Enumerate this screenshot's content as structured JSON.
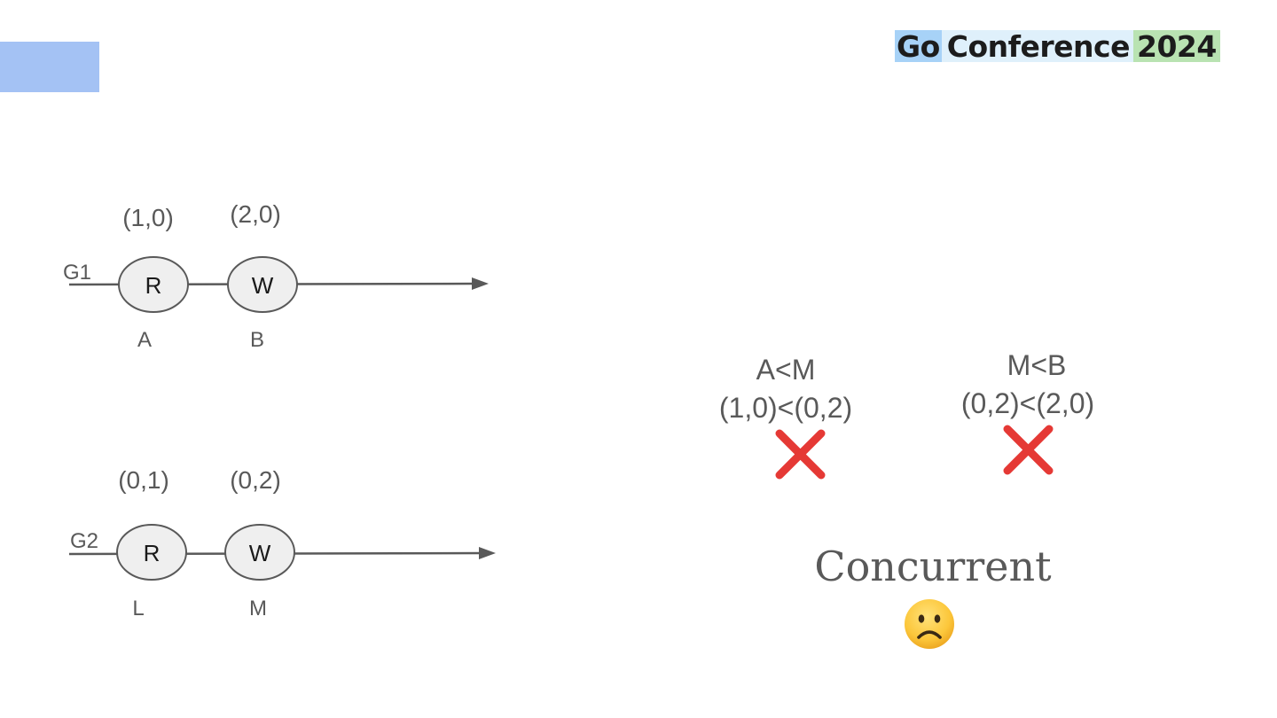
{
  "logo": {
    "part1": "Go",
    "part2": "Conference",
    "part3": "2024"
  },
  "threads": [
    {
      "name": "G1",
      "events": [
        {
          "op": "R",
          "clock": "(1,0)",
          "name": "A"
        },
        {
          "op": "W",
          "clock": "(2,0)",
          "name": "B"
        }
      ]
    },
    {
      "name": "G2",
      "events": [
        {
          "op": "R",
          "clock": "(0,1)",
          "name": "L"
        },
        {
          "op": "W",
          "clock": "(0,2)",
          "name": "M"
        }
      ]
    }
  ],
  "comparisons": [
    {
      "relation": "A<M",
      "clocks": "(1,0)<(0,2)",
      "icon": "cross-mark-icon",
      "color": "#e53935"
    },
    {
      "relation": "M<B",
      "clocks": "(0,2)<(2,0)",
      "icon": "cross-mark-icon",
      "color": "#e53935"
    }
  ],
  "result": {
    "text": "Concurrent",
    "icon": "frowning-face-icon"
  },
  "colors": {
    "accent_block": "#a4c2f4",
    "node_fill": "#efefef",
    "line": "#595959"
  }
}
